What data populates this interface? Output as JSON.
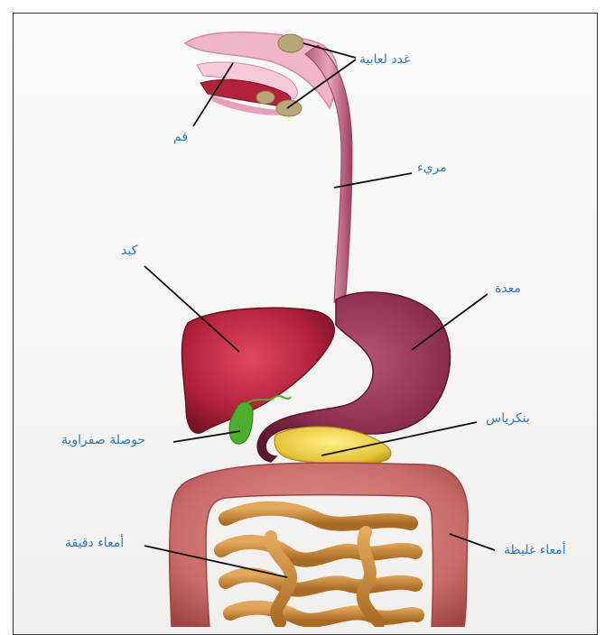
{
  "labels": {
    "salivary_glands": "غدد لعابية",
    "mouth": "فم",
    "esophagus": "مريء",
    "liver": "كبد",
    "stomach": "معدة",
    "pancreas": "بنكرياس",
    "gallbladder": "حوصلة صفراوية",
    "small_intestine": "أمعاء دقيقة",
    "large_intestine": "أمعاء غليظة"
  },
  "colors": {
    "label": "#2c7bbf",
    "leader_line": "#111111",
    "liver": "#b3223b",
    "stomach": "#8c2f4e",
    "esophagus": "#d98aa6",
    "pancreas": "#e6c53c",
    "gallbladder": "#4fae2f",
    "small_intestine": "#c98a3a",
    "large_intestine": "#c96a6a"
  }
}
